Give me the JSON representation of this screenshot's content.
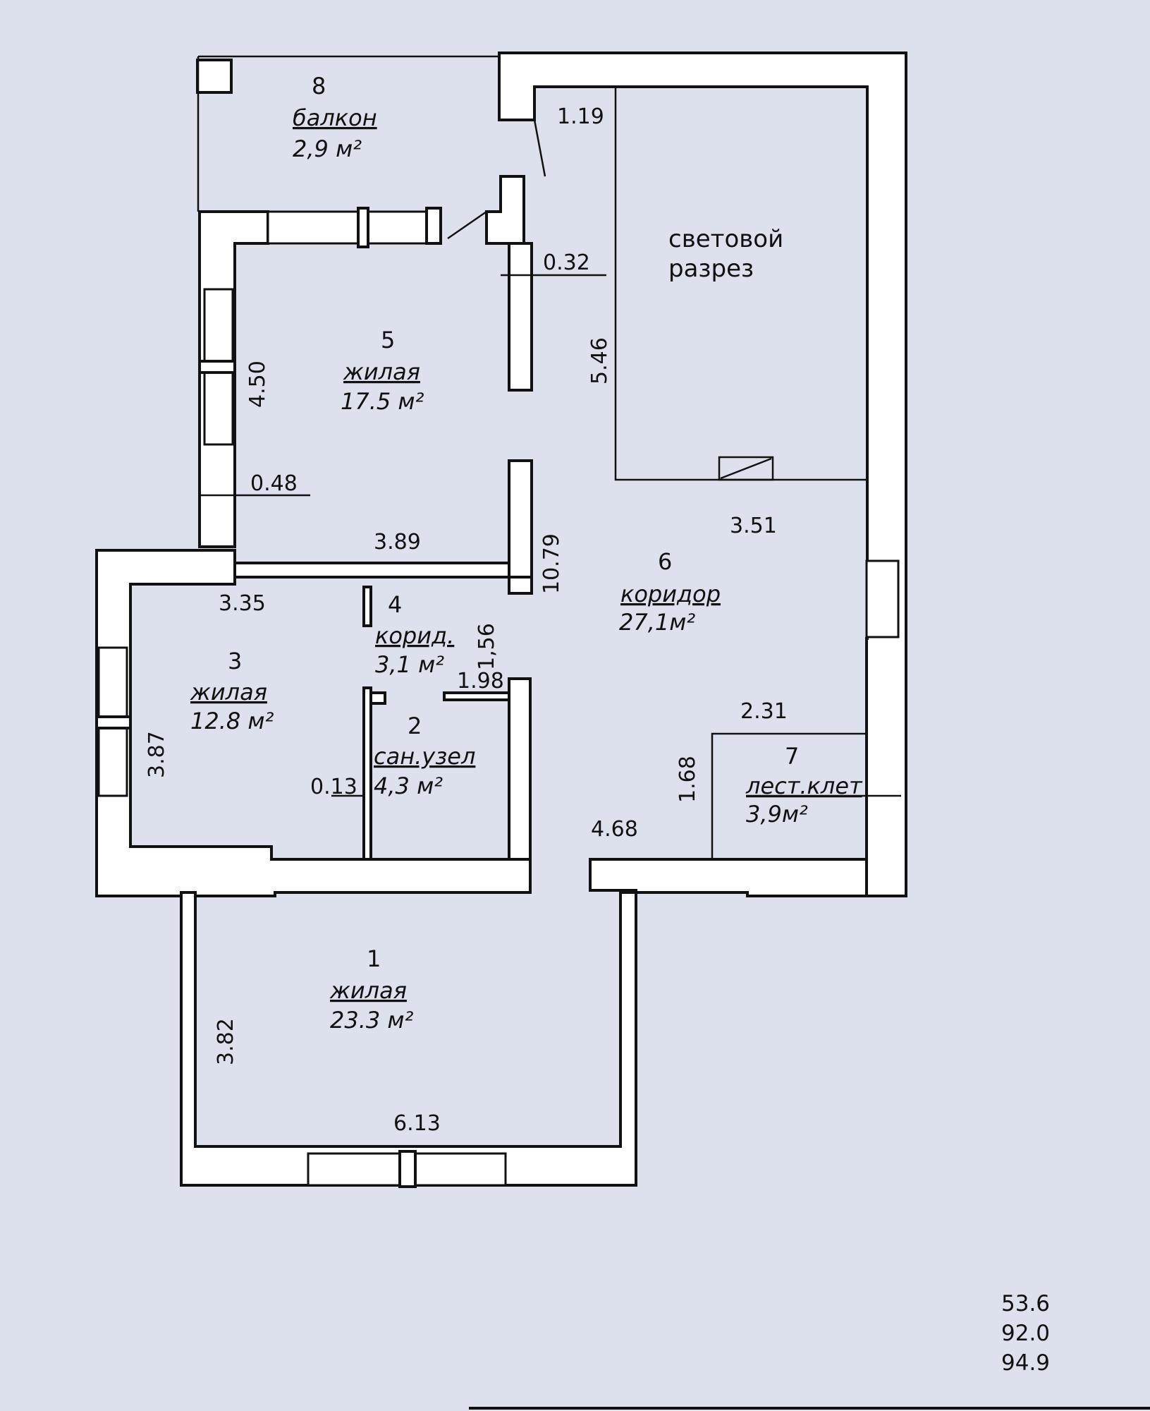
{
  "rooms": [
    {
      "id": "8",
      "number": "8",
      "type": "балкон",
      "area": "2,9 м²"
    },
    {
      "id": "5",
      "number": "5",
      "type": "жилая",
      "area": "17.5 м²"
    },
    {
      "id": "6",
      "number": "6",
      "type": "коридор",
      "area": "27,1м²"
    },
    {
      "id": "4",
      "number": "4",
      "type": "корид.",
      "area": "3,1 м²"
    },
    {
      "id": "3",
      "number": "3",
      "type": "жилая",
      "area": "12.8 м²"
    },
    {
      "id": "2",
      "number": "2",
      "type": "сан.узел",
      "area": "4,3 м²"
    },
    {
      "id": "7",
      "number": "7",
      "type": "лест.клет",
      "area": "3,9м²"
    },
    {
      "id": "1",
      "number": "1",
      "type": "жилая",
      "area": "23.3 м²"
    }
  ],
  "light_well": {
    "line1": "световой",
    "line2": "разрез"
  },
  "dimensions": {
    "d_1_19": "1.19",
    "d_0_32": "0.32",
    "d_5_46": "5.46",
    "d_4_50": "4.50",
    "d_0_48": "0.48",
    "d_3_89": "3.89",
    "d_10_79": "10.79",
    "d_3_51": "3.51",
    "d_3_35": "3.35",
    "d_1_56": "1,56",
    "d_1_98": "1.98",
    "d_3_87": "3.87",
    "d_0_13": "0.13",
    "d_2_31": "2.31",
    "d_1_68": "1.68",
    "d_4_68": "4.68",
    "d_3_82": "3.82",
    "d_6_13": "6.13"
  },
  "totals": [
    "53.6",
    "92.0",
    "94.9"
  ],
  "colors": {
    "paper": "#dde1ee",
    "ink": "#111111",
    "wall": "#ffffff"
  }
}
